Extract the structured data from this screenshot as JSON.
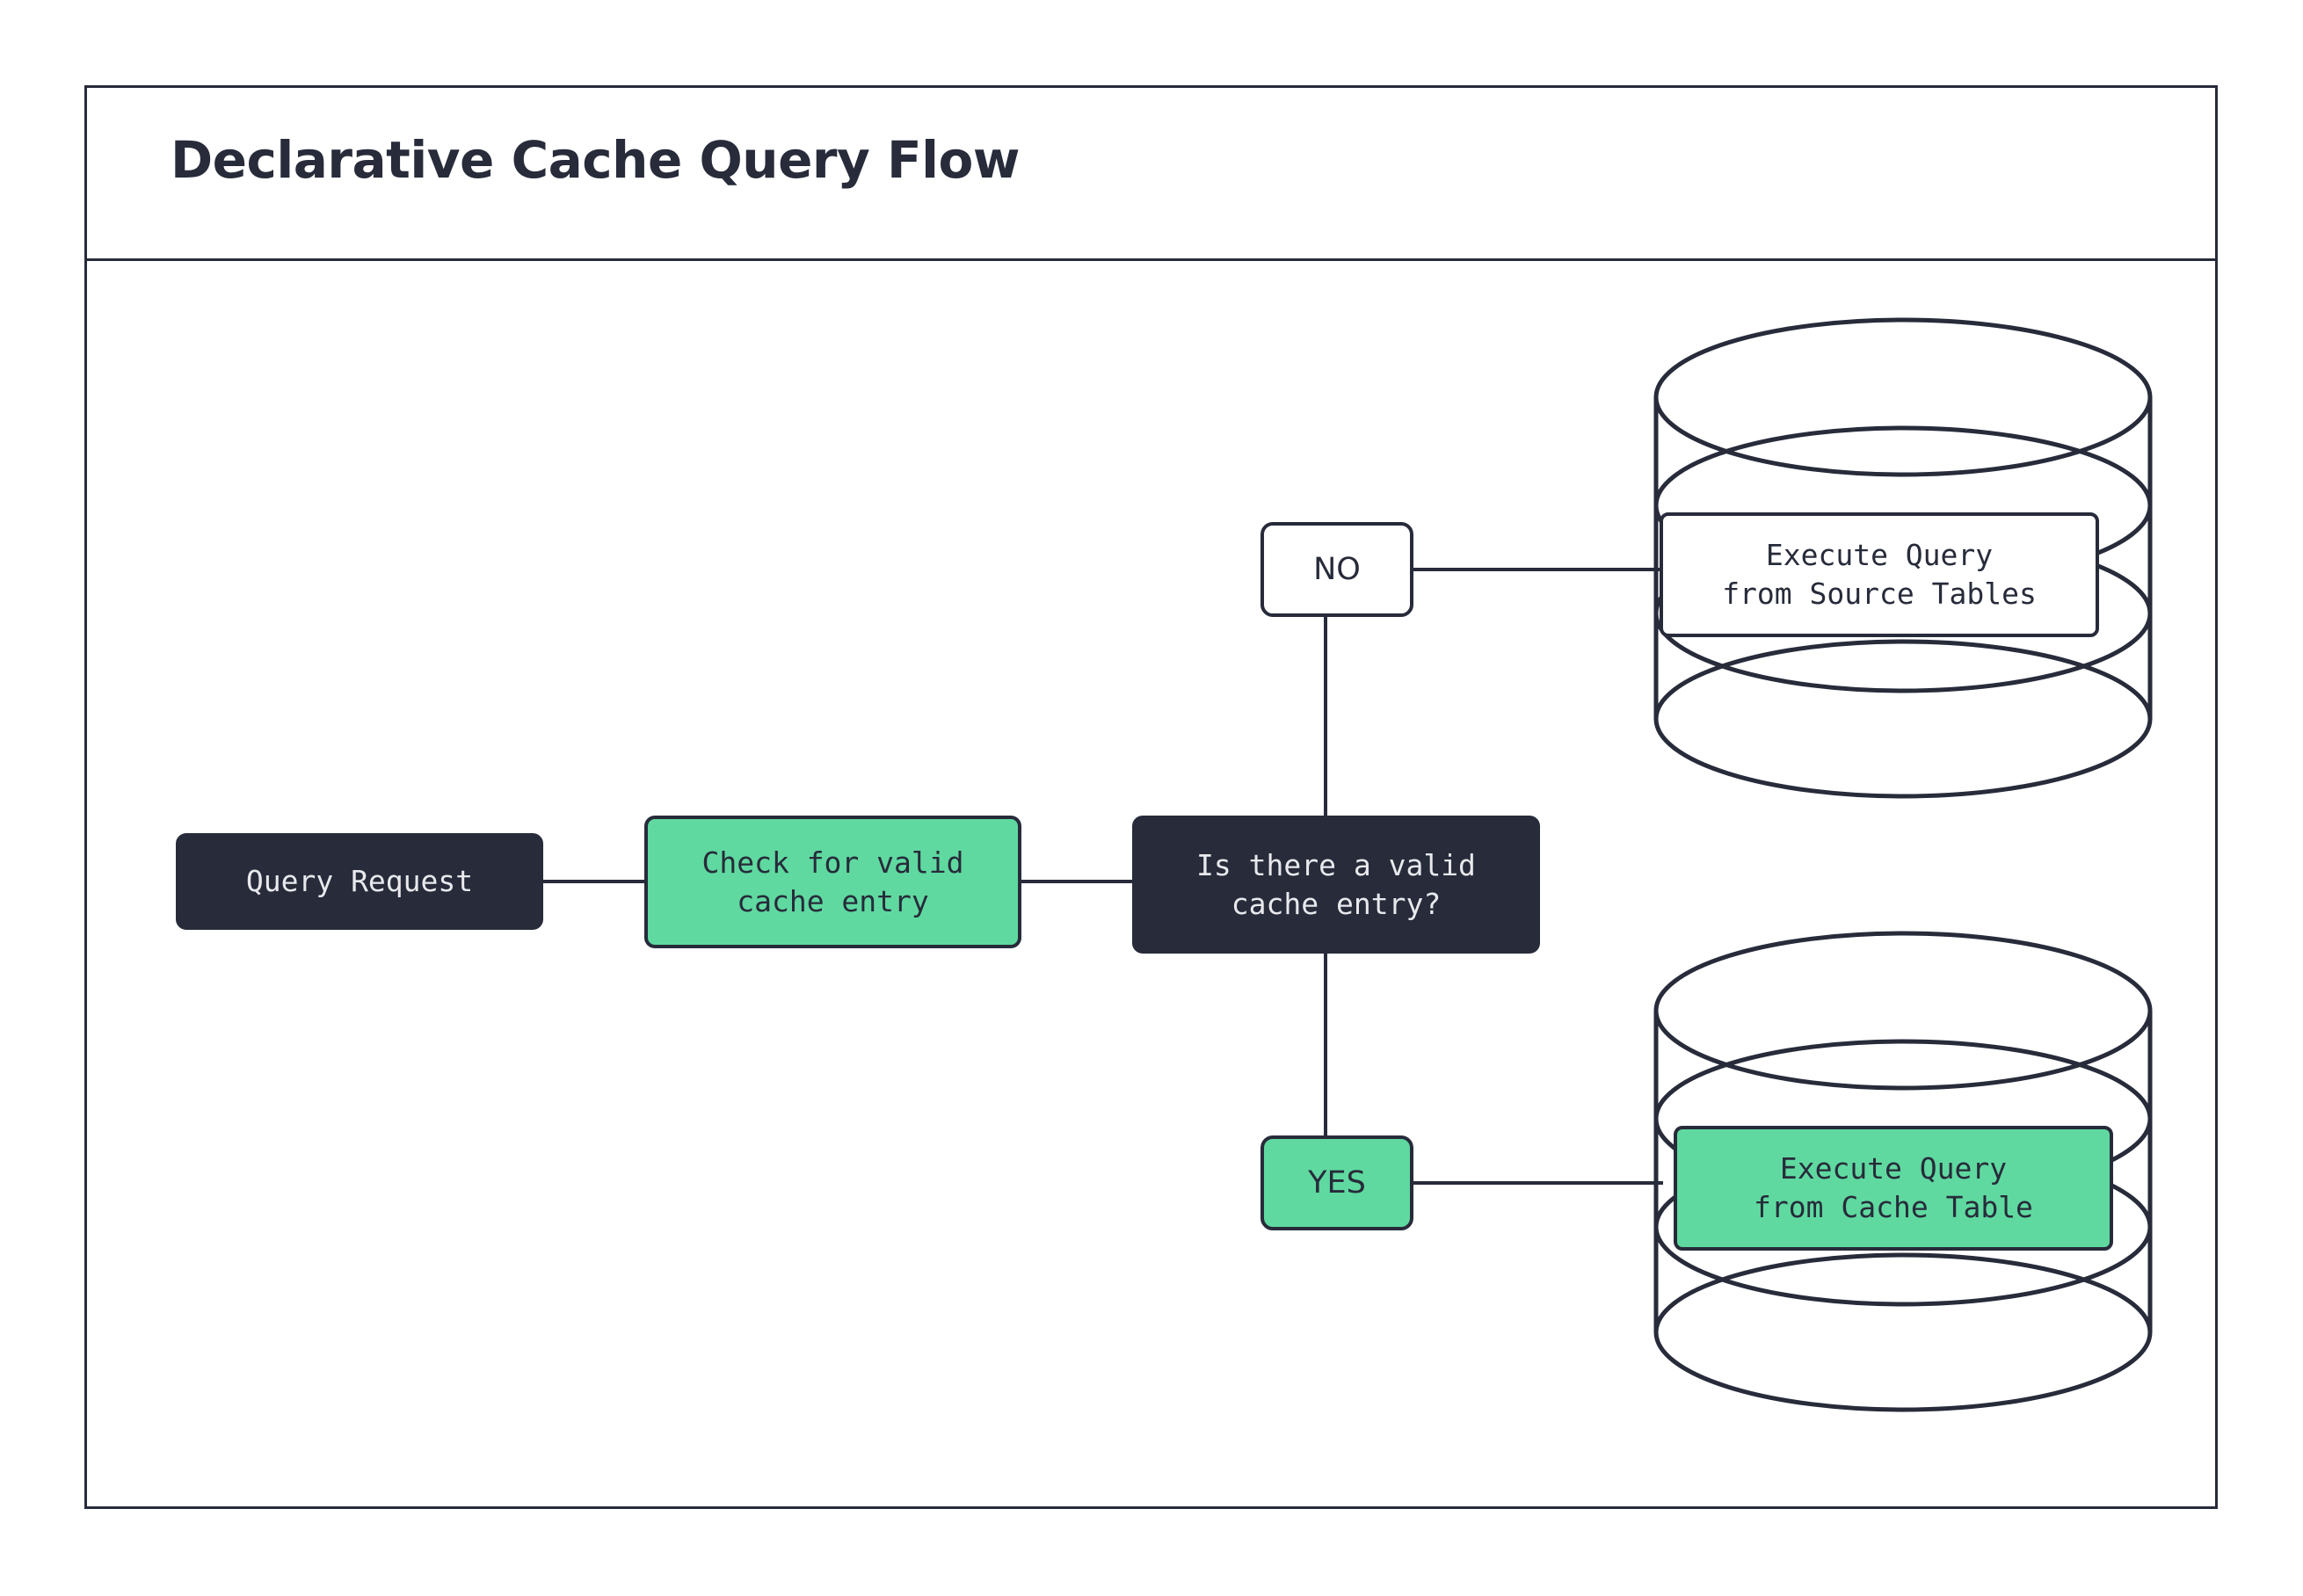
{
  "diagram": {
    "title": "Declarative Cache Query Flow",
    "colors": {
      "ink": "#272b3a",
      "accent_green": "#5fd9a0",
      "surface": "#ffffff",
      "dark_text": "#e8e9ed"
    },
    "nodes": {
      "query_request": "Query Request",
      "check_cache": "Check for valid\ncache entry",
      "decision": "Is there a valid\ncache entry?",
      "source_db_label": "Execute Query\nfrom Source Tables",
      "cache_db_label": "Execute Query\nfrom Cache Table"
    },
    "branches": {
      "no": "NO",
      "yes": "YES"
    }
  }
}
